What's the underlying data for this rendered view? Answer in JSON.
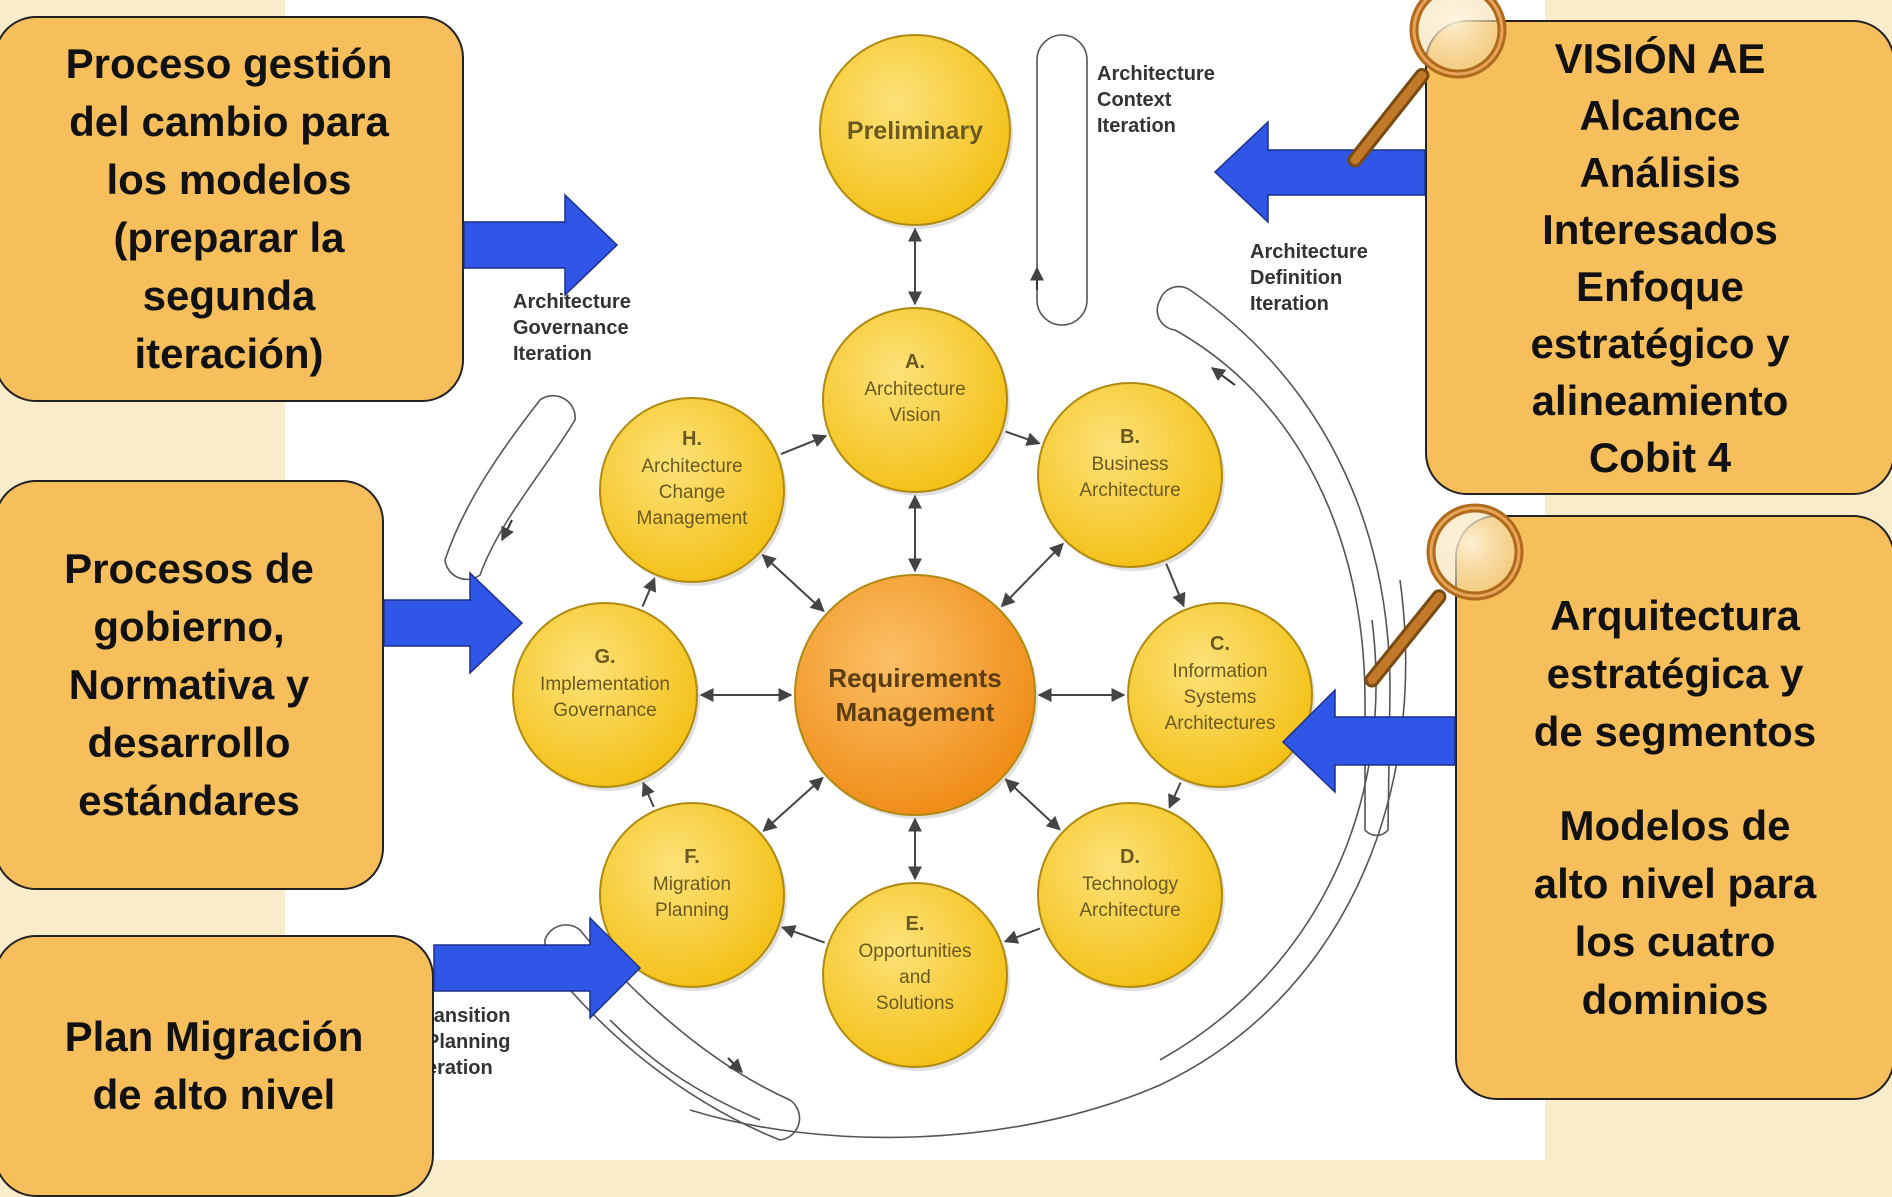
{
  "colors": {
    "background": "#f8ecca",
    "panel": "#ffffff",
    "phase_fill": "#f7c928",
    "phase_stroke": "#b08a10",
    "center_fill": "#f29b22",
    "callout_fill": "#f7bf5b",
    "callout_arrow": "#2f56e6",
    "loop_stroke": "#555555"
  },
  "diagram": {
    "preliminary": {
      "label": "Preliminary"
    },
    "center": {
      "lines": [
        "Requirements",
        "Management"
      ]
    },
    "phases": [
      {
        "letter": "A.",
        "lines": [
          "Architecture",
          "Vision"
        ]
      },
      {
        "letter": "B.",
        "lines": [
          "Business",
          "Architecture"
        ]
      },
      {
        "letter": "C.",
        "lines": [
          "Information",
          "Systems",
          "Architectures"
        ]
      },
      {
        "letter": "D.",
        "lines": [
          "Technology",
          "Architecture"
        ]
      },
      {
        "letter": "E.",
        "lines": [
          "Opportunities",
          "and",
          "Solutions"
        ]
      },
      {
        "letter": "F.",
        "lines": [
          "Migration",
          "Planning"
        ]
      },
      {
        "letter": "G.",
        "lines": [
          "Implementation",
          "Governance"
        ]
      },
      {
        "letter": "H.",
        "lines": [
          "Architecture",
          "Change",
          "Management"
        ]
      }
    ],
    "iterations": [
      {
        "lines": [
          "Architecture",
          "Context",
          "Iteration"
        ]
      },
      {
        "lines": [
          "Architecture",
          "Definition",
          "Iteration"
        ]
      },
      {
        "lines": [
          "Architecture",
          "Governance",
          "Iteration"
        ]
      },
      {
        "lines": [
          "ransition",
          "Planning",
          "eration"
        ]
      }
    ]
  },
  "callouts": {
    "change": {
      "lines": [
        "Proceso gestión",
        "del cambio para",
        "los modelos",
        "(preparar la",
        "segunda",
        "iteración)"
      ]
    },
    "governance": {
      "lines": [
        "Procesos de",
        "gobierno,",
        "Normativa y",
        "desarrollo",
        "estándares"
      ]
    },
    "migration": {
      "lines": [
        "Plan Migración",
        "de alto nivel"
      ]
    },
    "vision": {
      "lines": [
        "VISIÓN AE",
        "Alcance",
        "Análisis",
        "Interesados",
        "Enfoque",
        "estratégico y",
        "alineamiento",
        "Cobit 4"
      ]
    },
    "architecture": {
      "lines": [
        "Arquitectura",
        "estratégica y",
        "de segmentos"
      ],
      "lines2": [
        "Modelos de",
        "alto nivel para",
        "los cuatro",
        "dominios"
      ]
    }
  },
  "icons": [
    "magnifier-icon",
    "magnifier-icon"
  ]
}
